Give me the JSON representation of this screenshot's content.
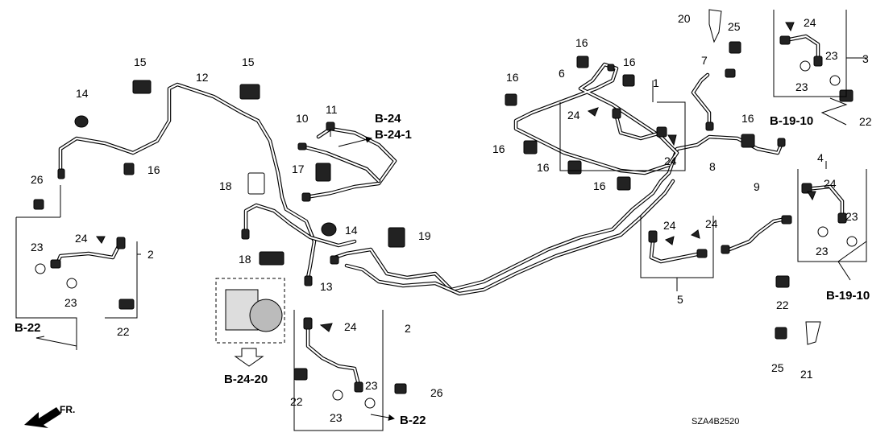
{
  "callouts": {
    "n1": "1",
    "n2a": "2",
    "n2b": "2",
    "n3": "3",
    "n4": "4",
    "n5": "5",
    "n6": "6",
    "n7": "7",
    "n8": "8",
    "n9": "9",
    "n10": "10",
    "n11": "11",
    "n12": "12",
    "n13": "13",
    "n14a": "14",
    "n14b": "14",
    "n15a": "15",
    "n15b": "15",
    "n16a": "16",
    "n16b": "16",
    "n16c": "16",
    "n16d": "16",
    "n16e": "16",
    "n16f": "16",
    "n16g": "16",
    "n16h": "16",
    "n17": "17",
    "n18a": "18",
    "n18b": "18",
    "n19": "19",
    "n20": "20",
    "n21": "21",
    "n22a": "22",
    "n22b": "22",
    "n22c": "22",
    "n22d": "22",
    "n23a": "23",
    "n23b": "23",
    "n23c": "23",
    "n23d": "23",
    "n23e": "23",
    "n23f": "23",
    "n23g": "23",
    "n23h": "23",
    "n24a": "24",
    "n24b": "24",
    "n24c": "24",
    "n24d": "24",
    "n24e": "24",
    "n24f": "24",
    "n24g": "24",
    "n25a": "25",
    "n25b": "25",
    "n26a": "26",
    "n26b": "26"
  },
  "references": {
    "r_b24": "B-24",
    "r_b241": "B-24-1",
    "r_b1910a": "B-19-10",
    "r_b1910b": "B-19-10",
    "r_b22a": "B-22",
    "r_b22b": "B-22",
    "r_b2420": "B-24-20"
  },
  "diagram_code": "SZA4B2520",
  "front_label": "FR."
}
